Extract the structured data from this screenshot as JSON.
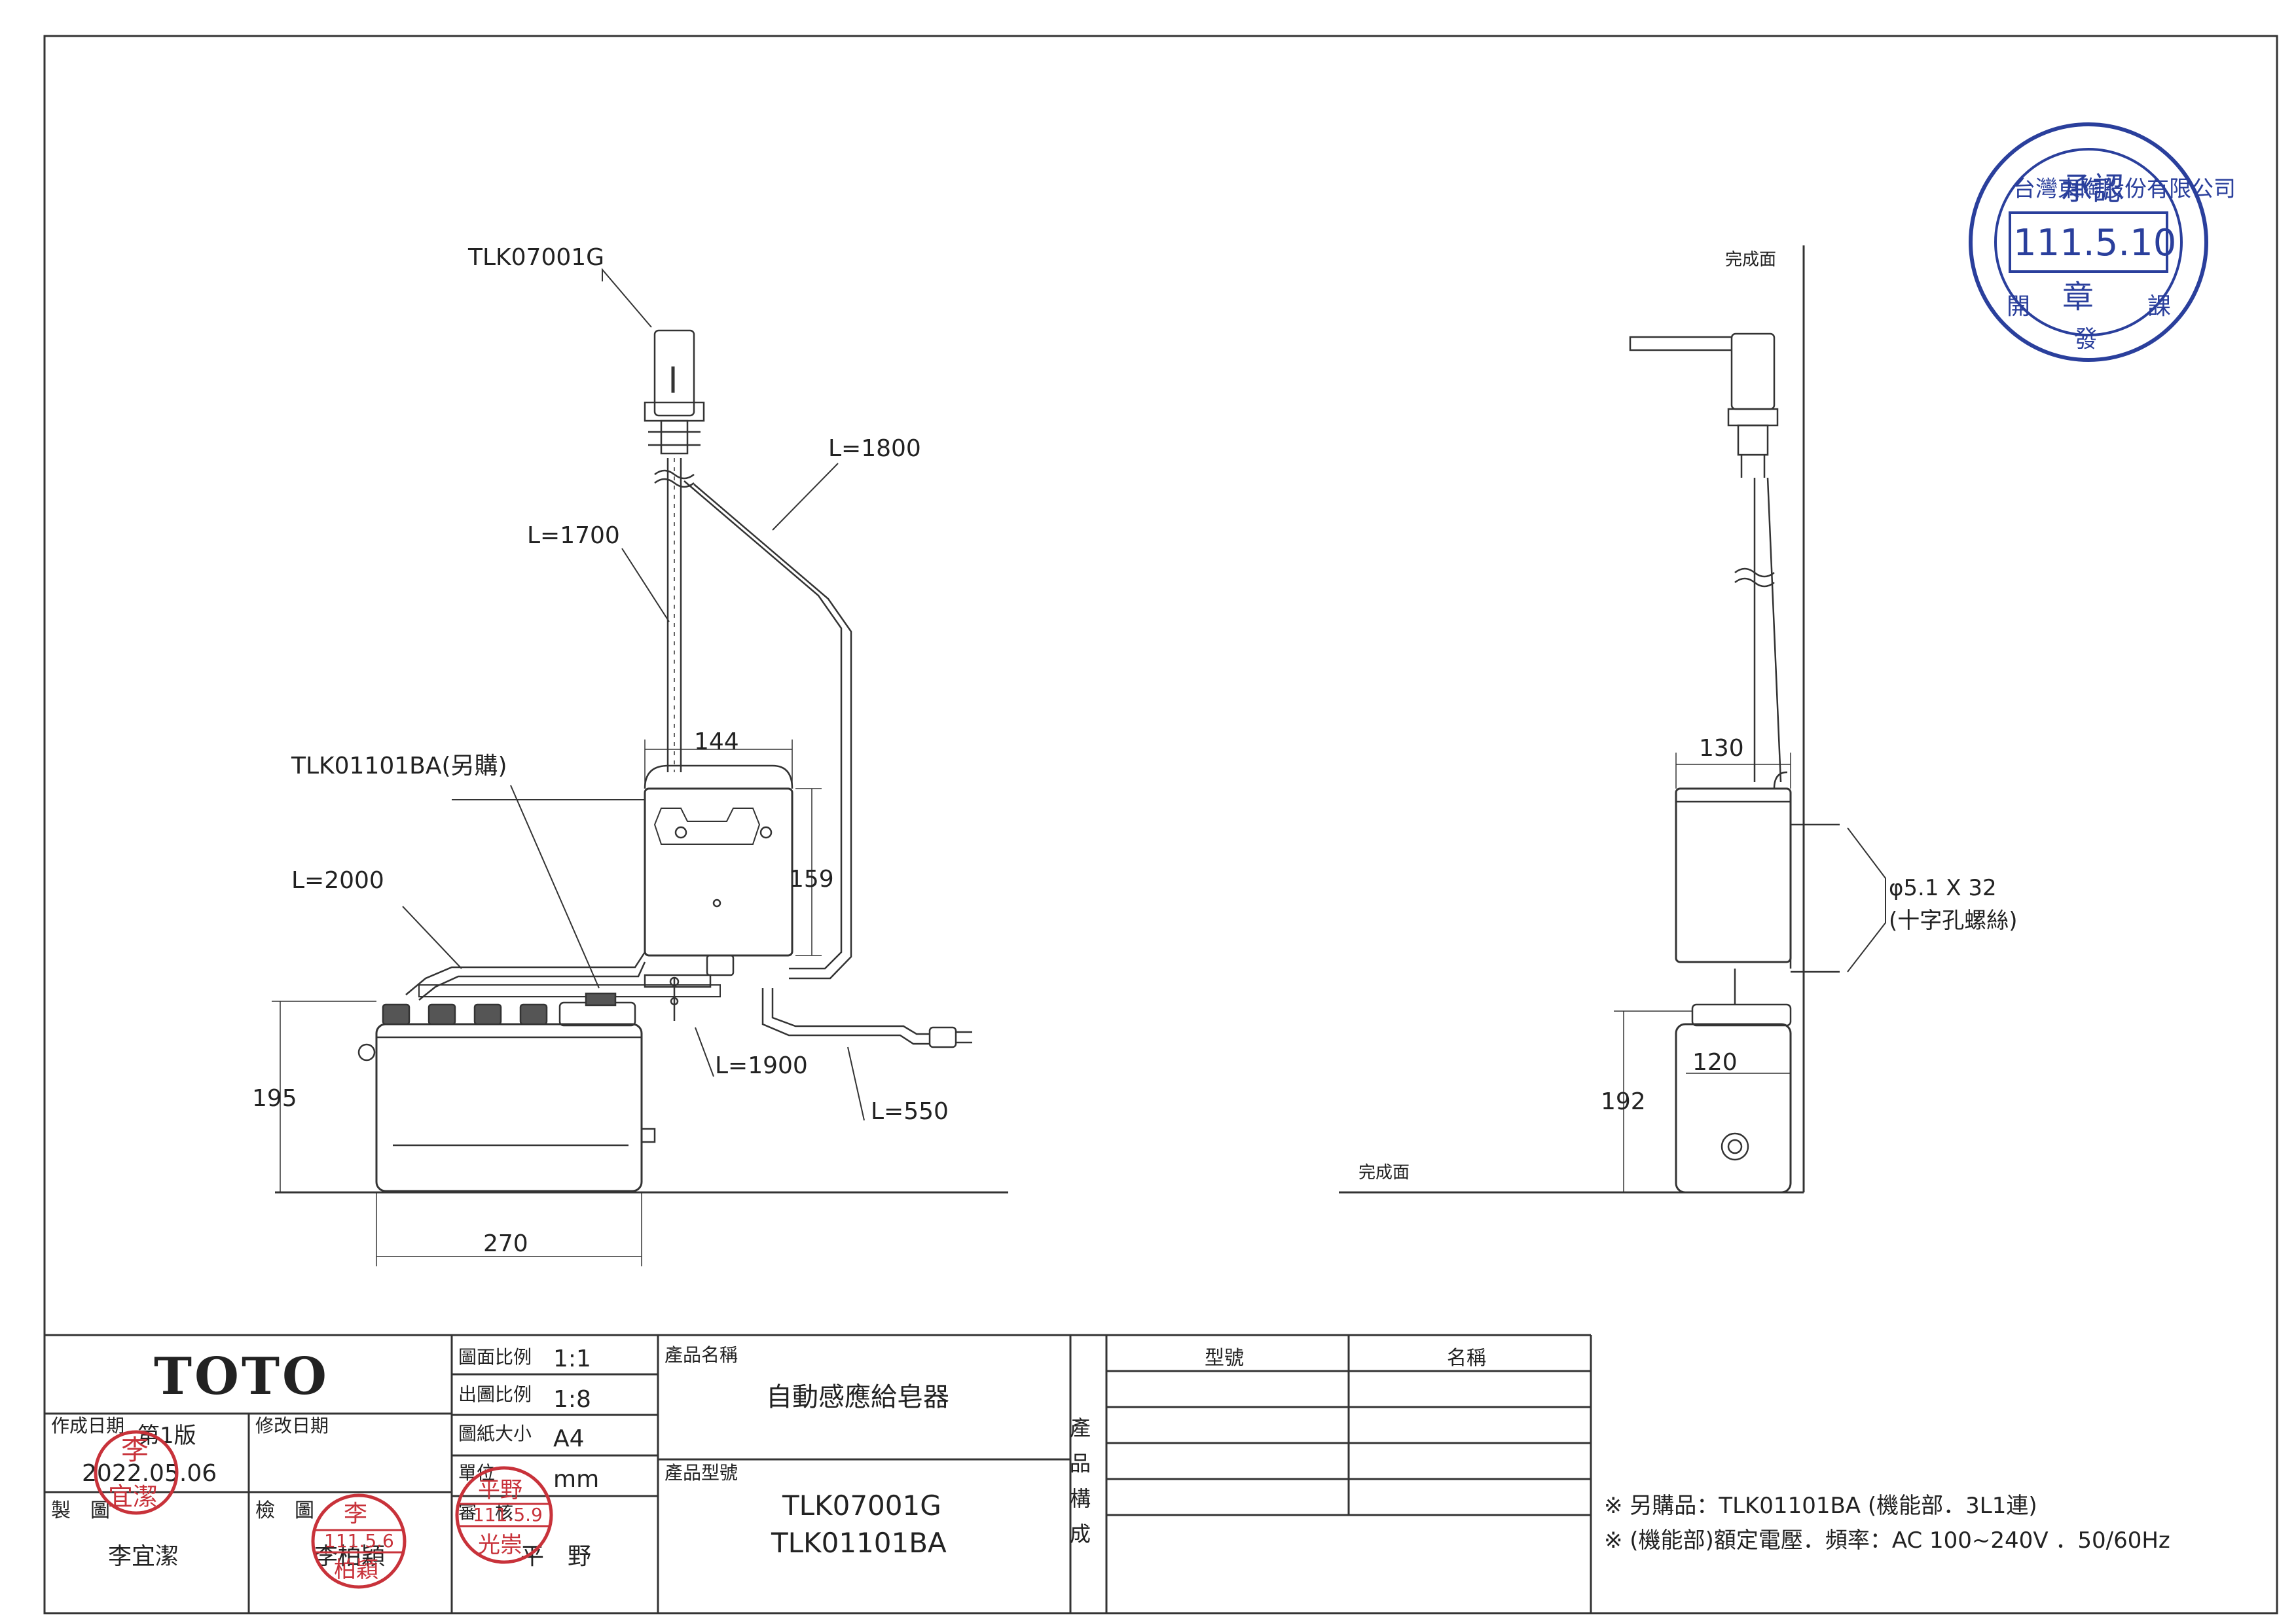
{
  "front_view": {
    "spout_model": "TLK07001G",
    "unit_label": "TLK01101BA(另購)",
    "cable_1700": "L=1700",
    "cable_1800": "L=1800",
    "cable_2000": "L=2000",
    "cable_1900": "L=1900",
    "cable_550": "L=550",
    "dim_144": "144",
    "dim_159": "159",
    "dim_195": "195",
    "dim_270": "270"
  },
  "side_view": {
    "finished_surface_top": "完成面",
    "finished_surface_bottom": "完成面",
    "dim_130": "130",
    "dim_120": "120",
    "dim_192": "192",
    "screw_spec": "φ5.1 X 32",
    "screw_type": "(十字孔螺絲)"
  },
  "stamp_approval": {
    "company": "台灣東陶股份有限公司",
    "title": "承認",
    "date": "111.5.10",
    "seal": "章",
    "dept_left": "開",
    "dept_mid": "發",
    "dept_right": "課"
  },
  "title_block": {
    "brand": "TOTO",
    "created_label": "作成日期",
    "version": "第1版",
    "created_date": "2022.05.06",
    "revised_label": "修改日期",
    "drawn_label": "製　圖",
    "drawn_by": "李宜潔",
    "checked_label": "檢　圖",
    "checked_by": "李柏穎",
    "scale_label": "圖面比例",
    "scale_value": "1:1",
    "print_scale_label": "出圖比例",
    "print_scale_value": "1:8",
    "paper_label": "圖紙大小",
    "paper_value": "A4",
    "unit_label": "單位",
    "unit_value": "mm",
    "review_label": "審　核",
    "review_by": "平　野",
    "product_name_label": "產品名稱",
    "product_name": "自動感應給皂器",
    "product_model_label": "產品型號",
    "model_1": "TLK07001G",
    "model_2": "TLK01101BA",
    "composition_label": "產品構成",
    "col_model": "型號",
    "col_name": "名稱"
  },
  "stamps": {
    "drawn_top": "李",
    "drawn_bottom": "宜潔",
    "checked_top": "李",
    "checked_date": "111.5.6",
    "checked_bottom": "柏穎",
    "review_top": "平野",
    "review_date": "111.5.9",
    "review_bottom": "光崇"
  },
  "notes": {
    "note_1": "※ 另購品：TLK01101BA (機能部．3L1連)",
    "note_2": "※ (機能部)額定電壓．頻率：AC 100~240V ．50/60Hz"
  }
}
